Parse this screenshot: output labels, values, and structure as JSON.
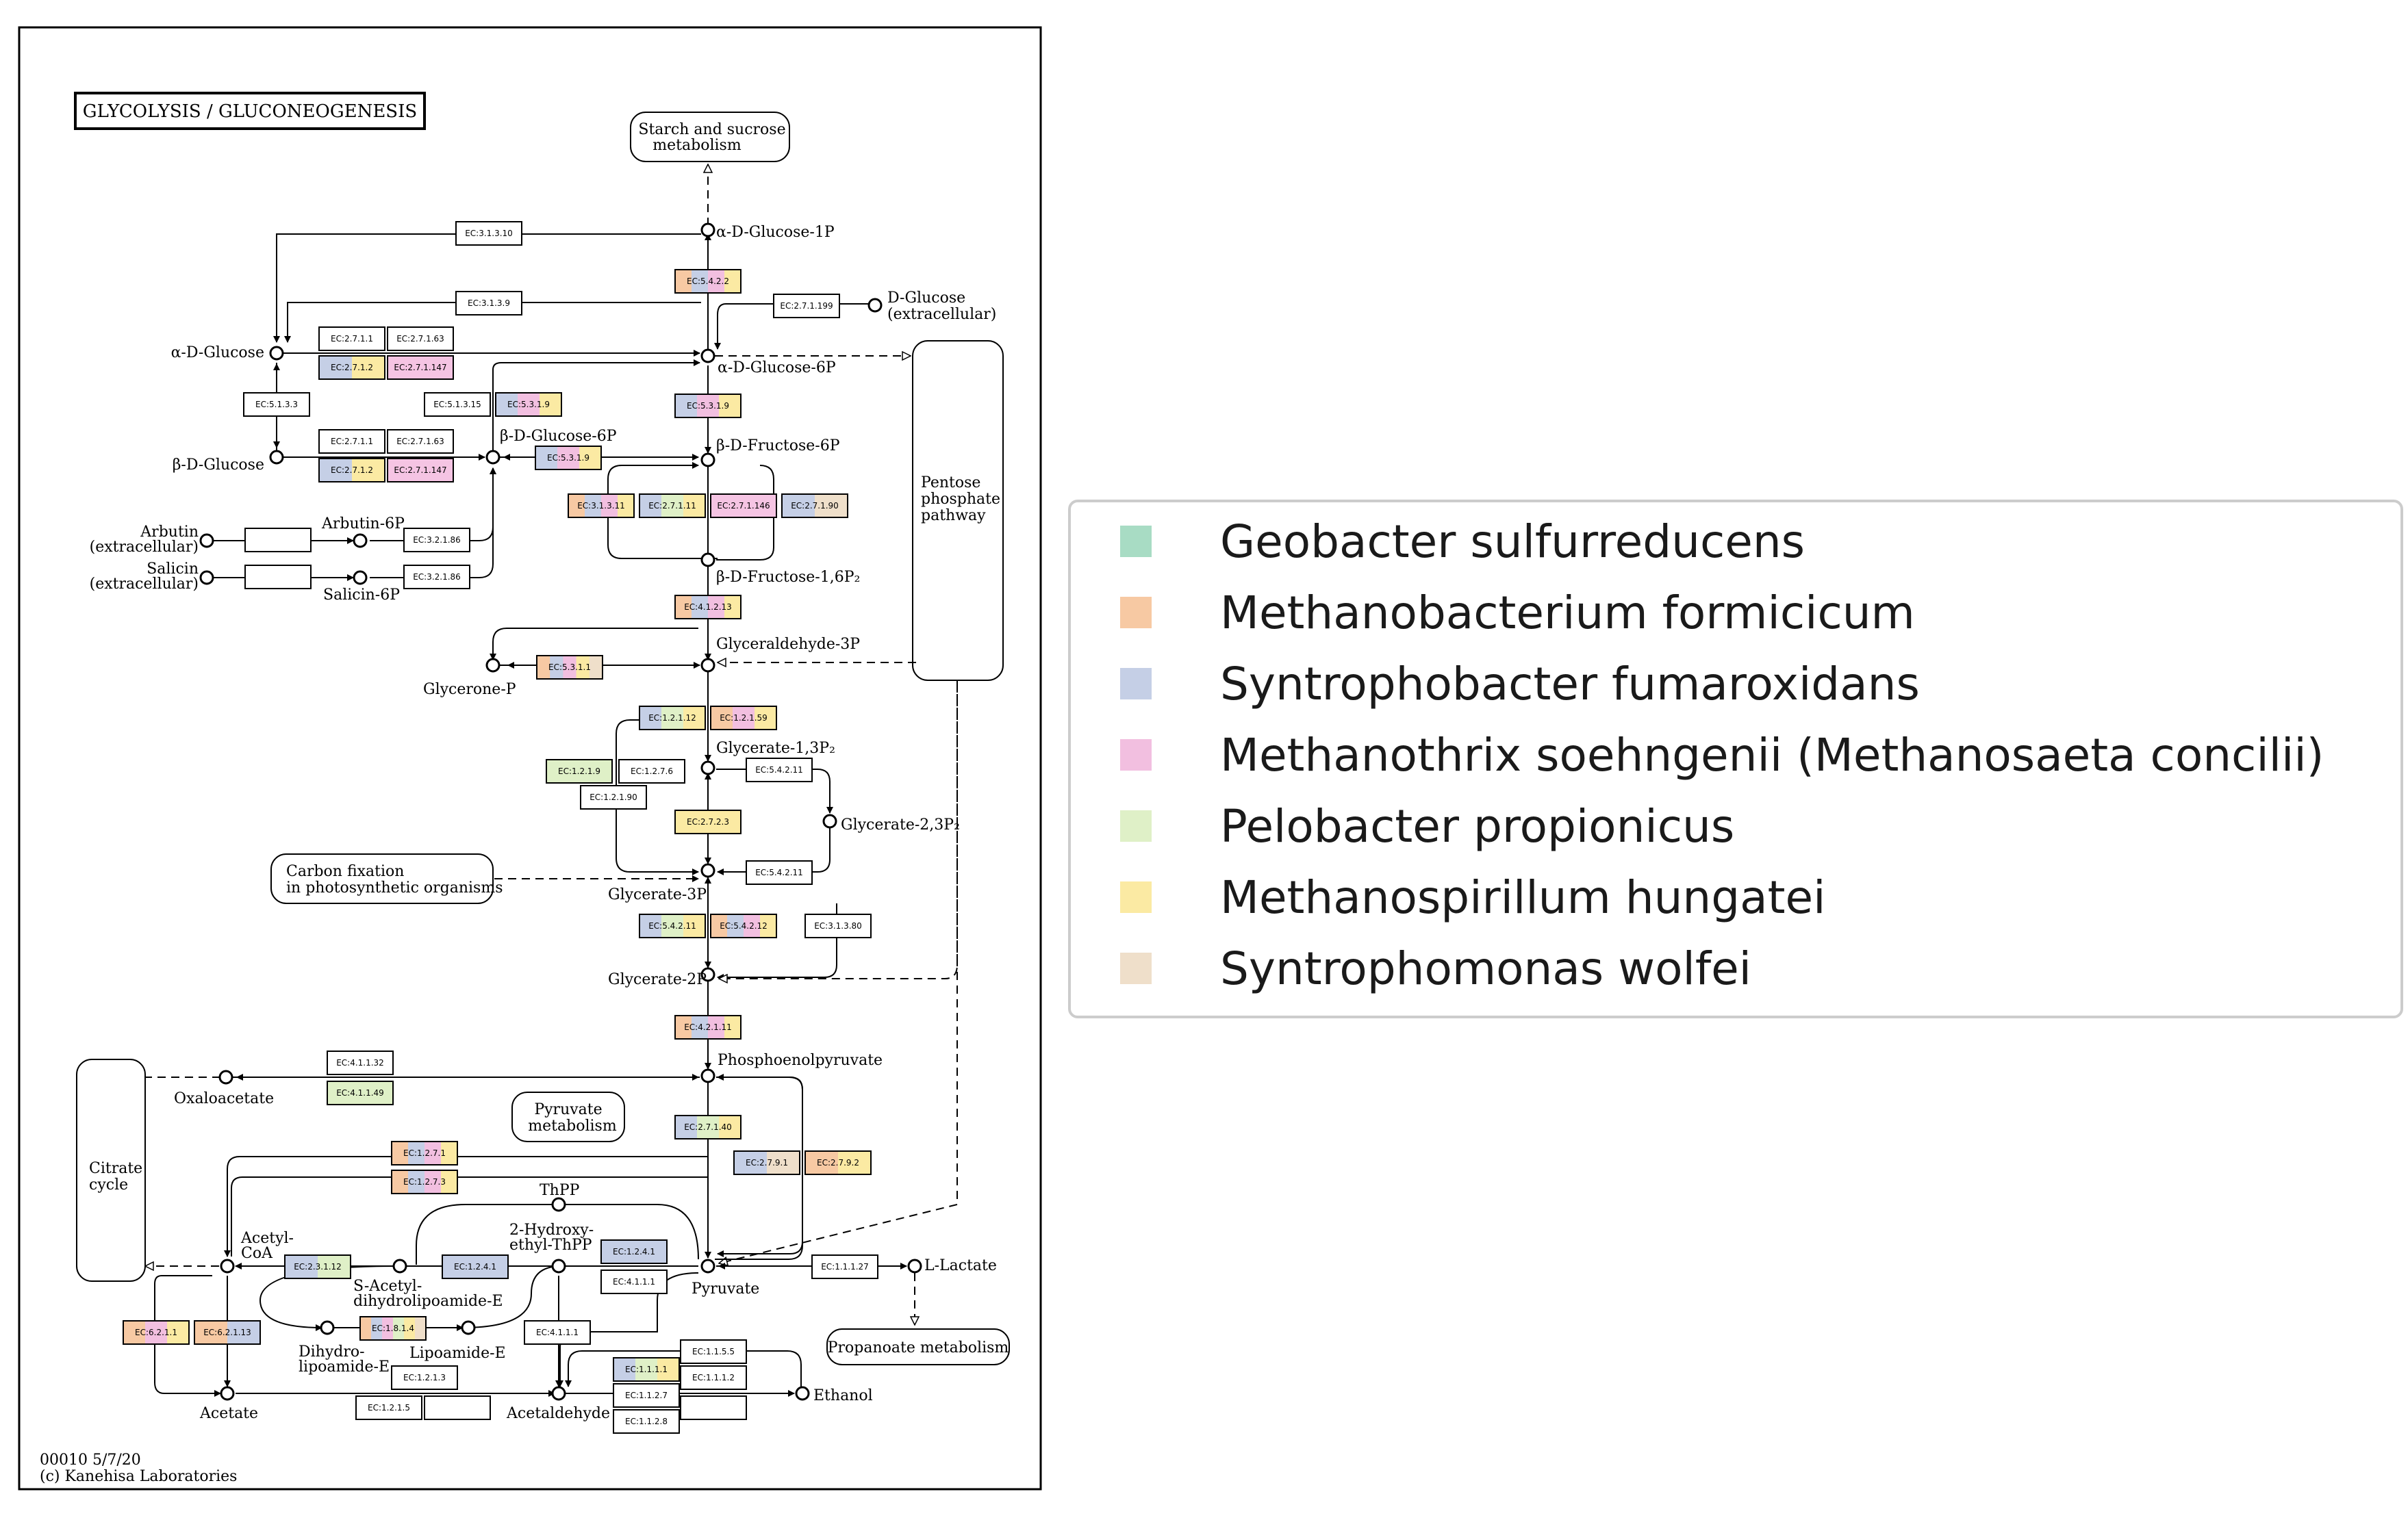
{
  "map": {
    "title": "GLYCOLYSIS / GLUCONEOGENESIS",
    "footer_id": "00010 5/7/20",
    "footer_copyright": "(c) Kanehisa Laboratories"
  },
  "colors": {
    "geobacter": "#a8dcc4",
    "methanobacterium": "#f7c9a3",
    "syntrophobacter": "#c5cfe6",
    "methanothrix": "#f2bfe0",
    "pelobacter": "#dff0c7",
    "methanospirillum": "#fbeaa3",
    "syntrophomonas": "#efdfca",
    "pink": "#f5c4e3",
    "dark": "#000000"
  },
  "legend": [
    {
      "label": "Geobacter sulfurreducens",
      "color": "#a8dcc4"
    },
    {
      "label": "Methanobacterium formicicum",
      "color": "#f7c9a3"
    },
    {
      "label": "Syntrophobacter fumaroxidans",
      "color": "#c5cfe6"
    },
    {
      "label": "Methanothrix soehngenii (Methanosaeta concilii)",
      "color": "#f2bfe0"
    },
    {
      "label": "Pelobacter propionicus",
      "color": "#dff0c7"
    },
    {
      "label": "Methanospirillum hungatei",
      "color": "#fbeaa3"
    },
    {
      "label": "Syntrophomonas wolfei",
      "color": "#efdfca"
    }
  ],
  "pathways": {
    "starch": [
      "Starch and sucrose",
      "metabolism"
    ],
    "pentose": [
      "Pentose",
      "phosphate",
      "pathway"
    ],
    "carbon": [
      "Carbon fixation",
      "in photosynthetic organisms"
    ],
    "pyruvate_met": [
      "Pyruvate",
      "metabolism"
    ],
    "citrate": [
      "Citrate",
      "cycle"
    ],
    "propanoate": "Propanoate metabolism"
  },
  "compounds": {
    "a_glucose_1p": "α-D-Glucose-1P",
    "d_glucose": [
      "D-Glucose",
      "(extracellular)"
    ],
    "a_glucose": "α-D-Glucose",
    "a_glucose_6p": "α-D-Glucose-6P",
    "b_glucose": "β-D-Glucose",
    "b_glucose_6p": "β-D-Glucose-6P",
    "b_fructose_6p": "β-D-Fructose-6P",
    "arbutin": [
      "Arbutin",
      "(extracellular)"
    ],
    "arbutin_6p": "Arbutin-6P",
    "salicin": [
      "Salicin",
      "(extracellular)"
    ],
    "salicin_6p": "Salicin-6P",
    "fructose_16p2": "β-D-Fructose-1,6P₂",
    "glyceraldehyde_3p": "Glyceraldehyde-3P",
    "glycerone_p": "Glycerone-P",
    "glycerate_13p2": "Glycerate-1,3P₂",
    "glycerate_23p2": "Glycerate-2,3P₂",
    "glycerate_3p": "Glycerate-3P",
    "glycerate_2p": "Glycerate-2P",
    "pep": "Phosphoenolpyruvate",
    "oxaloacetate": "Oxaloacetate",
    "thpp": "ThPP",
    "hydroxyethyl": [
      "2-Hydroxy-",
      "ethyl-ThPP"
    ],
    "acetyl_coa": [
      "Acetyl-",
      "CoA"
    ],
    "s_acetyl": [
      "S-Acetyl-",
      "dihydrolipoamide-E"
    ],
    "pyruvate": "Pyruvate",
    "l_lactate": "L-Lactate",
    "dihydrolipoamide": [
      "Dihydro-",
      "lipoamide-E"
    ],
    "lipoamide": "Lipoamide-E",
    "acetate": "Acetate",
    "acetaldehyde": "Acetaldehyde",
    "ethanol": "Ethanol"
  },
  "enzymes": {
    "e3_1_3_10": {
      "label": "EC:3.1.3.10",
      "colors": []
    },
    "e5_4_2_2": {
      "label": "EC:5.4.2.2",
      "colors": [
        "#f7c9a3",
        "#c5cfe6",
        "#f2bfe0",
        "#fbeaa3"
      ]
    },
    "e3_1_3_9": {
      "label": "EC:3.1.3.9",
      "colors": []
    },
    "e2_7_1_199": {
      "label": "EC:2.7.1.199",
      "colors": []
    },
    "e2_7_1_1a": {
      "label": "EC:2.7.1.1",
      "colors": []
    },
    "e2_7_1_63a": {
      "label": "EC:2.7.1.63",
      "colors": []
    },
    "e2_7_1_2a": {
      "label": "EC:2.7.1.2",
      "colors": [
        "#c5cfe6",
        "#fbeaa3"
      ]
    },
    "e2_7_1_147a": {
      "label": "EC:2.7.1.147",
      "colors": [
        "#f5c4e3"
      ]
    },
    "e5_1_3_3": {
      "label": "EC:5.1.3.3",
      "colors": []
    },
    "e5_1_3_15": {
      "label": "EC:5.1.3.15",
      "colors": []
    },
    "e5_3_1_9a": {
      "label": "EC:5.3.1.9",
      "colors": [
        "#c5cfe6",
        "#f2bfe0",
        "#fbeaa3"
      ]
    },
    "e5_3_1_9b": {
      "label": "EC:5.3.1.9",
      "colors": [
        "#c5cfe6",
        "#f2bfe0",
        "#fbeaa3"
      ]
    },
    "e2_7_1_1b": {
      "label": "EC:2.7.1.1",
      "colors": []
    },
    "e2_7_1_63b": {
      "label": "EC:2.7.1.63",
      "colors": []
    },
    "e2_7_1_2b": {
      "label": "EC:2.7.1.2",
      "colors": [
        "#c5cfe6",
        "#fbeaa3"
      ]
    },
    "e2_7_1_147b": {
      "label": "EC:2.7.1.147",
      "colors": [
        "#f5c4e3"
      ]
    },
    "e5_3_1_9c": {
      "label": "EC:5.3.1.9",
      "colors": [
        "#c5cfe6",
        "#f2bfe0",
        "#fbeaa3"
      ]
    },
    "e3_1_3_11": {
      "label": "EC:3.1.3.11",
      "colors": [
        "#f7c9a3",
        "#c5cfe6",
        "#f2bfe0",
        "#fbeaa3"
      ]
    },
    "e2_7_1_11": {
      "label": "EC:2.7.1.11",
      "colors": [
        "#c5cfe6",
        "#dff0c7",
        "#fbeaa3"
      ]
    },
    "e2_7_1_146": {
      "label": "EC:2.7.1.146",
      "colors": [
        "#f5c4e3"
      ]
    },
    "e2_7_1_90": {
      "label": "EC:2.7.1.90",
      "colors": [
        "#c5cfe6",
        "#efdfca"
      ]
    },
    "e3_2_1_86a": {
      "label": "EC:3.2.1.86",
      "colors": []
    },
    "e3_2_1_86b": {
      "label": "EC:3.2.1.86",
      "colors": []
    },
    "e4_1_2_13": {
      "label": "EC:4.1.2.13",
      "colors": [
        "#f7c9a3",
        "#c5cfe6",
        "#f2bfe0",
        "#fbeaa3"
      ]
    },
    "e5_3_1_1": {
      "label": "EC:5.3.1.1",
      "colors": [
        "#f7c9a3",
        "#c5cfe6",
        "#f2bfe0",
        "#fbeaa3",
        "#efdfca"
      ]
    },
    "e1_2_1_12": {
      "label": "EC:1.2.1.12",
      "colors": [
        "#c5cfe6",
        "#dff0c7",
        "#fbeaa3"
      ]
    },
    "e1_2_1_59": {
      "label": "EC:1.2.1.59",
      "colors": [
        "#f7c9a3",
        "#f2bfe0",
        "#fbeaa3"
      ]
    },
    "e1_2_1_9": {
      "label": "EC:1.2.1.9",
      "colors": [
        "#dff0c7"
      ]
    },
    "e1_2_7_6": {
      "label": "EC:1.2.7.6",
      "colors": []
    },
    "e1_2_1_90": {
      "label": "EC:1.2.1.90",
      "colors": []
    },
    "e5_4_2_11a": {
      "label": "EC:5.4.2.11",
      "colors": []
    },
    "e2_7_2_3": {
      "label": "EC:2.7.2.3",
      "colors": [
        "#fbeaa3"
      ]
    },
    "e5_4_2_11b": {
      "label": "EC:5.4.2.11",
      "colors": []
    },
    "e5_4_2_11c": {
      "label": "EC:5.4.2.11",
      "colors": [
        "#c5cfe6",
        "#dff0c7",
        "#fbeaa3"
      ]
    },
    "e5_4_2_12": {
      "label": "EC:5.4.2.12",
      "colors": [
        "#f7c9a3",
        "#c5cfe6",
        "#f2bfe0",
        "#fbeaa3"
      ]
    },
    "e3_1_3_80": {
      "label": "EC:3.1.3.80",
      "colors": []
    },
    "e4_2_1_11": {
      "label": "EC:4.2.1.11",
      "colors": [
        "#f7c9a3",
        "#c5cfe6",
        "#f2bfe0",
        "#fbeaa3"
      ]
    },
    "e4_1_1_32": {
      "label": "EC:4.1.1.32",
      "colors": []
    },
    "e4_1_1_49": {
      "label": "EC:4.1.1.49",
      "colors": [
        "#dff0c7"
      ]
    },
    "e2_7_1_40": {
      "label": "EC:2.7.1.40",
      "colors": [
        "#c5cfe6",
        "#dff0c7",
        "#fbeaa3"
      ]
    },
    "e1_2_7_1": {
      "label": "EC:1.2.7.1",
      "colors": [
        "#f7c9a3",
        "#c5cfe6",
        "#f2bfe0",
        "#fbeaa3"
      ]
    },
    "e1_2_7_3": {
      "label": "EC:1.2.7.3",
      "colors": [
        "#f7c9a3",
        "#c5cfe6",
        "#f2bfe0",
        "#fbeaa3"
      ]
    },
    "e2_7_9_1": {
      "label": "EC:2.7.9.1",
      "colors": [
        "#c5cfe6",
        "#efdfca"
      ]
    },
    "e2_7_9_2": {
      "label": "EC:2.7.9.2",
      "colors": [
        "#f7c9a3",
        "#fbeaa3"
      ]
    },
    "e1_2_4_1a": {
      "label": "EC:1.2.4.1",
      "colors": [
        "#c5cfe6"
      ]
    },
    "e1_2_4_1b": {
      "label": "EC:1.2.4.1",
      "colors": [
        "#c5cfe6"
      ]
    },
    "e4_1_1_1a": {
      "label": "EC:4.1.1.1",
      "colors": []
    },
    "e2_3_1_12": {
      "label": "EC:2.3.1.12",
      "colors": [
        "#c5cfe6",
        "#dff0c7"
      ]
    },
    "e1_1_1_27": {
      "label": "EC:1.1.1.27",
      "colors": []
    },
    "e6_2_1_1": {
      "label": "EC:6.2.1.1",
      "colors": [
        "#f7c9a3",
        "#f2bfe0",
        "#fbeaa3"
      ]
    },
    "e6_2_1_13": {
      "label": "EC:6.2.1.13",
      "colors": [
        "#f7c9a3",
        "#c5cfe6"
      ]
    },
    "e1_8_1_4": {
      "label": "EC:1.8.1.4",
      "colors": [
        "#f7c9a3",
        "#c5cfe6",
        "#f2bfe0",
        "#dff0c7",
        "#fbeaa3",
        "#efdfca"
      ]
    },
    "e4_1_1_1b": {
      "label": "EC:4.1.1.1",
      "colors": []
    },
    "e1_1_1_5_5": {
      "label": "EC:1.1.5.5",
      "colors": []
    },
    "e1_1_1_1": {
      "label": "EC:1.1.1.1",
      "colors": [
        "#c5cfe6",
        "#dff0c7",
        "#fbeaa3"
      ]
    },
    "e1_1_1_2": {
      "label": "EC:1.1.1.2",
      "colors": []
    },
    "e1_2_1_3": {
      "label": "EC:1.2.1.3",
      "colors": []
    },
    "e1_2_1_5": {
      "label": "EC:1.2.1.5",
      "colors": []
    },
    "e1_1_2_7": {
      "label": "EC:1.1.2.7",
      "colors": []
    },
    "e1_1_2_8": {
      "label": "EC:1.1.2.8",
      "colors": []
    }
  }
}
